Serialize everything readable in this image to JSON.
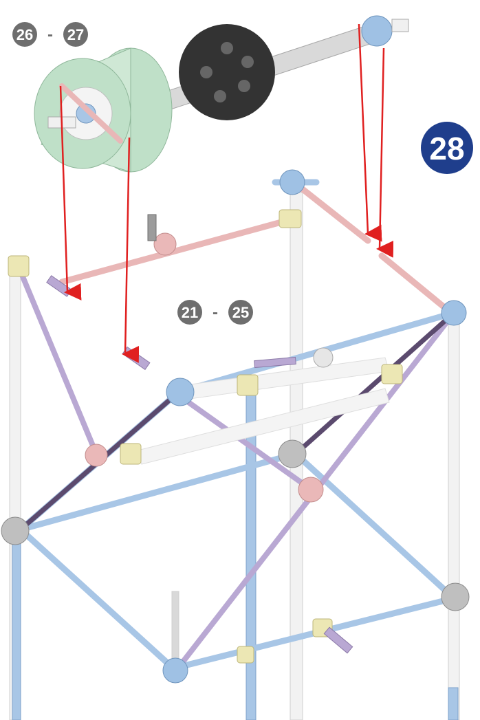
{
  "step": {
    "number": "28",
    "badge_color": "#1f3e8c"
  },
  "callouts": {
    "top_group": {
      "from": "26",
      "separator": "-",
      "to": "27"
    },
    "mid_group": {
      "from": "21",
      "separator": "-",
      "to": "25"
    }
  },
  "colors": {
    "arrow": "#e02020",
    "callout_circle": "#6e6e6e",
    "rod_blue": "#a8c6e6",
    "rod_pink": "#e9b7b7",
    "rod_purple": "#b9a8d3",
    "rod_dark_purple": "#5b4a6e",
    "rod_white": "#f2f2f2",
    "connector_yellow": "#ece7b4",
    "connector_pink": "#eab8b8",
    "connector_blue": "#9fc1e4",
    "connector_gray": "#bfbfbf",
    "drum_green": "#bfe0c8",
    "gear_black": "#333333"
  }
}
